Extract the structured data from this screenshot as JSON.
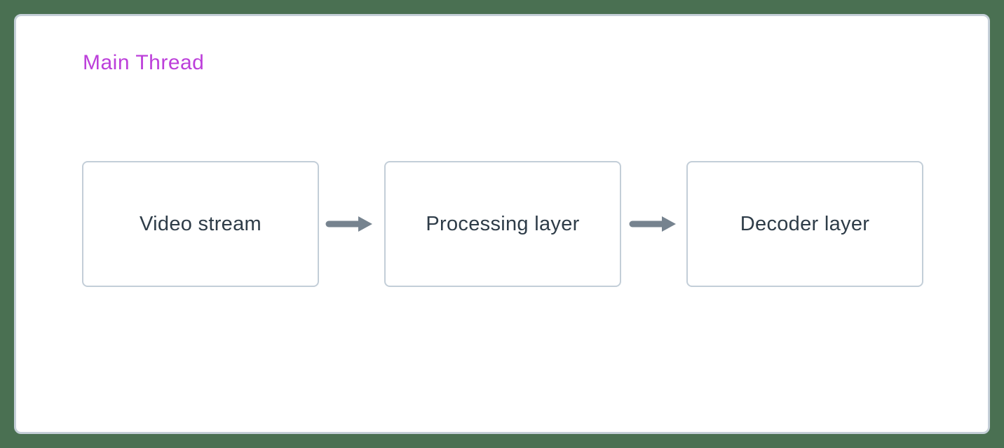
{
  "diagram": {
    "title": "Main Thread",
    "nodes": [
      {
        "label": "Video stream"
      },
      {
        "label": "Processing layer"
      },
      {
        "label": "Decoder layer"
      }
    ],
    "connections": [
      {
        "from": "Video stream",
        "to": "Processing layer",
        "type": "arrow-right"
      },
      {
        "from": "Processing layer",
        "to": "Decoder layer",
        "type": "arrow-right"
      }
    ]
  },
  "colors": {
    "bg": "#4a7052",
    "panel-bg": "#ffffff",
    "panel-border": "#c5cfd8",
    "node-border": "#c3ced8",
    "node-text": "#2e3c48",
    "arrow": "#76838f",
    "title": "#bc3fda"
  }
}
